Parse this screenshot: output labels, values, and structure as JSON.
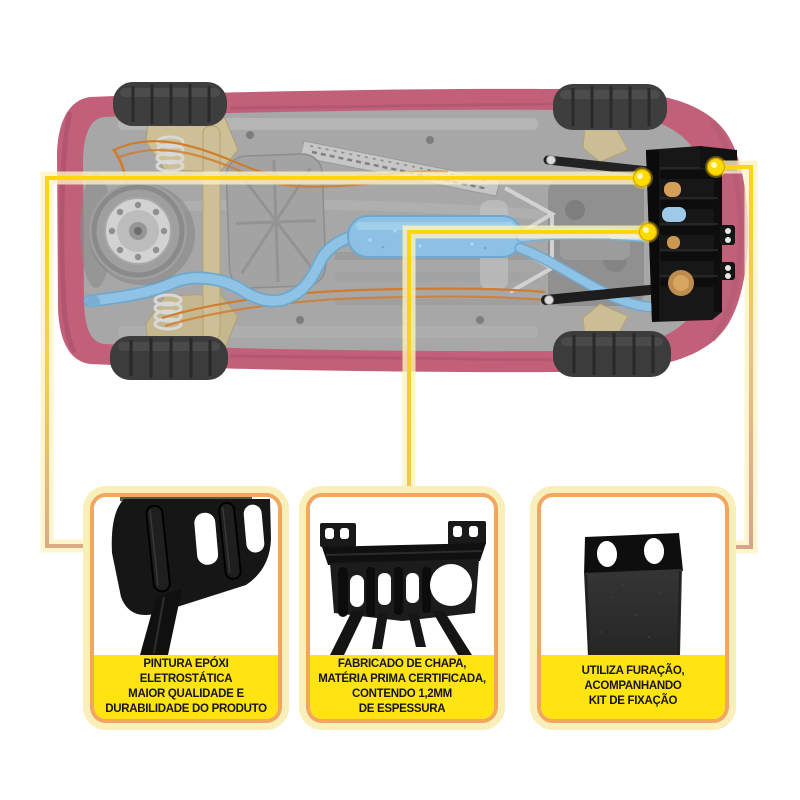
{
  "colors": {
    "label_yellow": "#ffe412",
    "callout_yellow": "#ffd60a",
    "card_border_orange": "#f2a660",
    "card_glow": "#f9efba",
    "body_pink": "#c2607a",
    "chassis_gray": "#a7a7a7",
    "exhaust_blue": "#8fc3e6",
    "subframe_beige": "#cdbf96",
    "plate_black": "#171717",
    "text_color": "#161616",
    "background": "#ffffff"
  },
  "cards": [
    {
      "id": "epoxy-paint",
      "label_lines": [
        "PINTURA EPÓXI",
        "ELETROSTÁTICA",
        "MAIOR QUALIDADE E",
        "DURABILIDADE DO PRODUTO"
      ]
    },
    {
      "id": "sheet-metal",
      "label_lines": [
        "FABRICADO DE CHAPA,",
        "MATÉRIA PRIMA CERTIFICADA,",
        "CONTENDO 1,2MM",
        "DE ESPESSURA"
      ]
    },
    {
      "id": "fixing-kit",
      "label_lines": [
        "UTILIZA FURAÇÃO,",
        "ACOMPANHANDO",
        "KIT DE FIXAÇÃO"
      ]
    }
  ]
}
